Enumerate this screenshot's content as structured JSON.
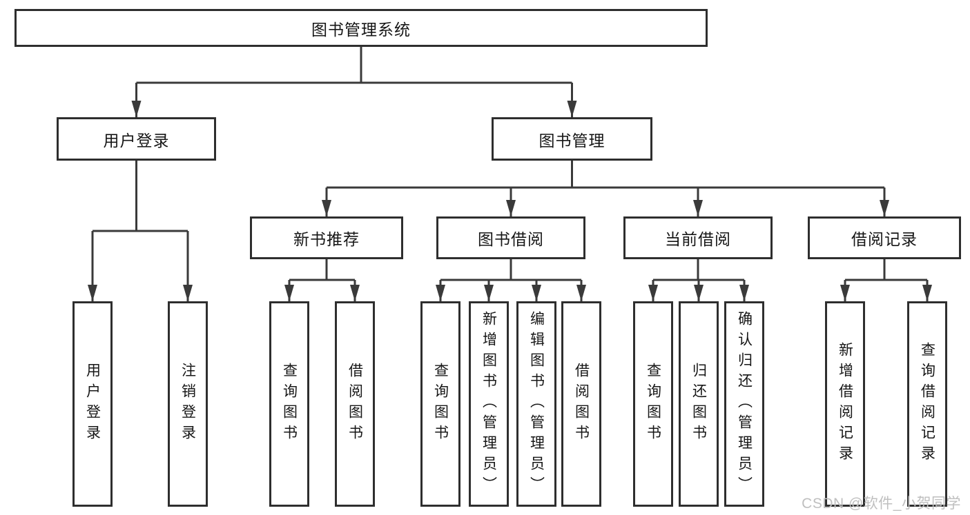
{
  "diagram": {
    "title": "图书管理系统",
    "nodes": [
      {
        "id": "root",
        "label": "图书管理系统",
        "parent": null,
        "orientation": "horizontal"
      },
      {
        "id": "user-login",
        "label": "用户登录",
        "parent": "root",
        "orientation": "horizontal"
      },
      {
        "id": "book-mgmt",
        "label": "图书管理",
        "parent": "root",
        "orientation": "horizontal"
      },
      {
        "id": "new-book-rec",
        "label": "新书推荐",
        "parent": "book-mgmt",
        "orientation": "horizontal"
      },
      {
        "id": "book-borrow",
        "label": "图书借阅",
        "parent": "book-mgmt",
        "orientation": "horizontal"
      },
      {
        "id": "current-borrow",
        "label": "当前借阅",
        "parent": "book-mgmt",
        "orientation": "horizontal"
      },
      {
        "id": "borrow-records",
        "label": "借阅记录",
        "parent": "book-mgmt",
        "orientation": "horizontal"
      },
      {
        "id": "login",
        "label": "用户登录",
        "parent": "user-login",
        "orientation": "vertical"
      },
      {
        "id": "logout",
        "label": "注销登录",
        "parent": "user-login",
        "orientation": "vertical"
      },
      {
        "id": "rec-query-book",
        "label": "查询图书",
        "parent": "new-book-rec",
        "orientation": "vertical"
      },
      {
        "id": "rec-borrow-book",
        "label": "借阅图书",
        "parent": "new-book-rec",
        "orientation": "vertical"
      },
      {
        "id": "bb-query-book",
        "label": "查询图书",
        "parent": "book-borrow",
        "orientation": "vertical"
      },
      {
        "id": "bb-add-book",
        "label": "新增图书（管理员）",
        "parent": "book-borrow",
        "orientation": "vertical"
      },
      {
        "id": "bb-edit-book",
        "label": "编辑图书（管理员）",
        "parent": "book-borrow",
        "orientation": "vertical"
      },
      {
        "id": "bb-borrow-book",
        "label": "借阅图书",
        "parent": "book-borrow",
        "orientation": "vertical"
      },
      {
        "id": "cb-query-book",
        "label": "查询图书",
        "parent": "current-borrow",
        "orientation": "vertical"
      },
      {
        "id": "cb-return-book",
        "label": "归还图书",
        "parent": "current-borrow",
        "orientation": "vertical"
      },
      {
        "id": "cb-confirm-return",
        "label": "确认归还（管理员）",
        "parent": "current-borrow",
        "orientation": "vertical"
      },
      {
        "id": "br-add-record",
        "label": "新增借阅记录",
        "parent": "borrow-records",
        "orientation": "vertical"
      },
      {
        "id": "br-query-record",
        "label": "查询借阅记录",
        "parent": "borrow-records",
        "orientation": "vertical"
      }
    ]
  },
  "watermark": {
    "text": "CSDN @软件_小贺同学"
  },
  "colors": {
    "line": "#3a3a3a",
    "border": "#2e2e2e",
    "text": "#161616",
    "background": "#ffffff",
    "watermark": "#bfbfbf"
  }
}
